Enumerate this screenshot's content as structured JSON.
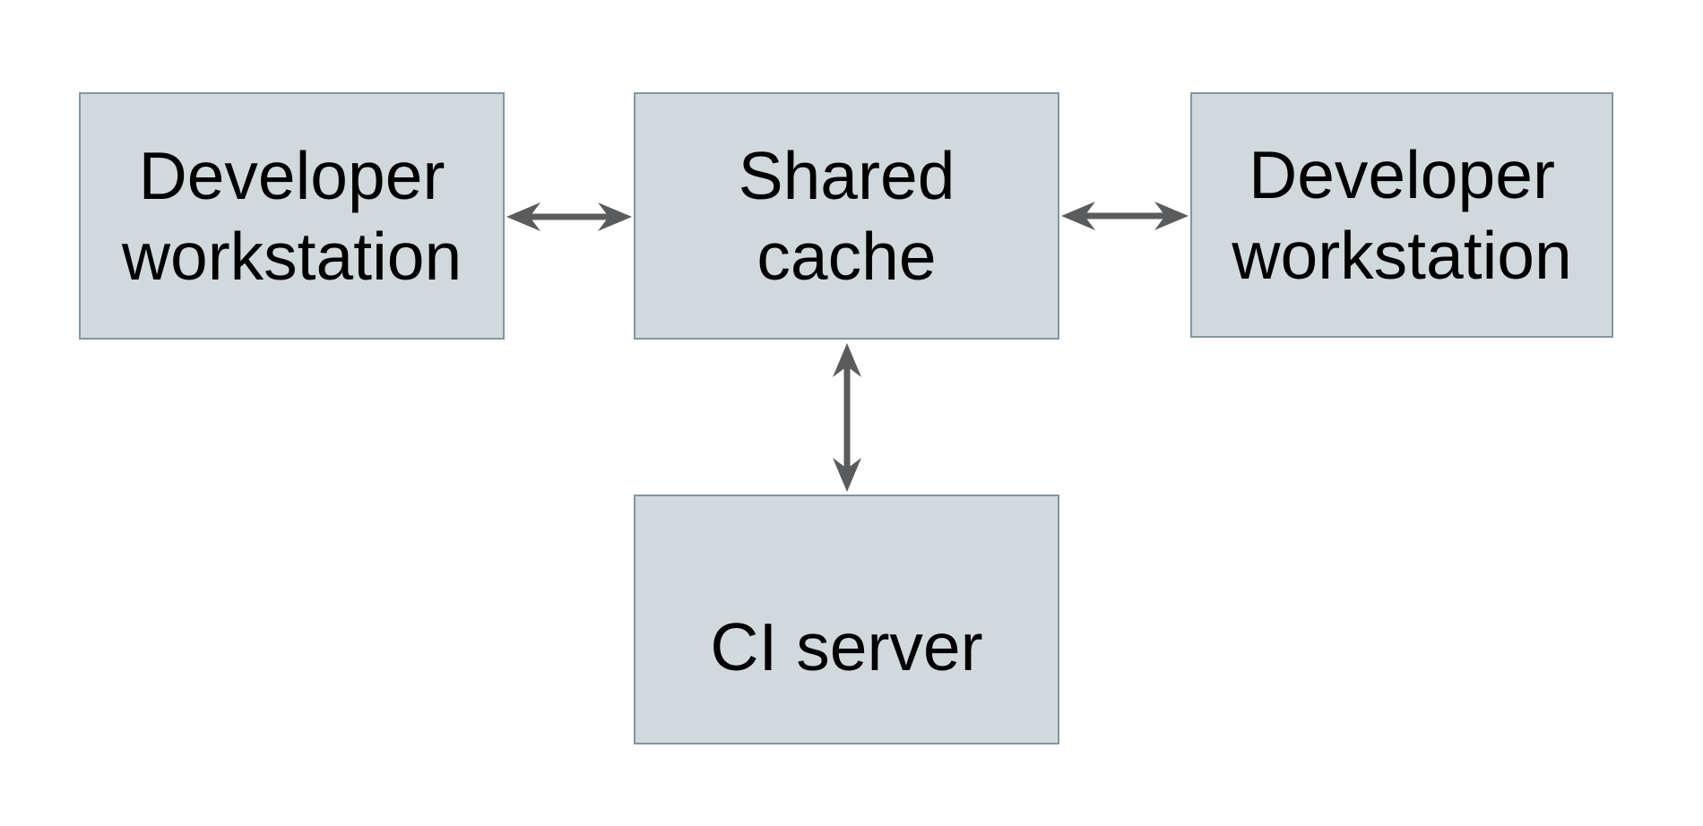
{
  "diagram": {
    "type": "architecture-diagram",
    "nodes": [
      {
        "id": "dev-left",
        "label": "Developer workstation",
        "lines": [
          "Developer",
          "workstation"
        ]
      },
      {
        "id": "shared-cache",
        "label": "Shared cache",
        "lines": [
          "Shared",
          "cache"
        ]
      },
      {
        "id": "dev-right",
        "label": "Developer workstation",
        "lines": [
          "Developer",
          "workstation"
        ]
      },
      {
        "id": "ci-server",
        "label": "CI server",
        "lines": [
          "CI server"
        ]
      }
    ],
    "edges": [
      {
        "from": "dev-left",
        "to": "shared-cache",
        "direction": "bidirectional",
        "orientation": "horizontal"
      },
      {
        "from": "shared-cache",
        "to": "dev-right",
        "direction": "bidirectional",
        "orientation": "horizontal"
      },
      {
        "from": "shared-cache",
        "to": "ci-server",
        "direction": "bidirectional",
        "orientation": "vertical"
      }
    ]
  },
  "colors": {
    "background": "#ffffff",
    "node_fill": "#d2d9dc",
    "node_border": "#8296a0",
    "arrow": "#595b5d",
    "text": "#000000"
  }
}
